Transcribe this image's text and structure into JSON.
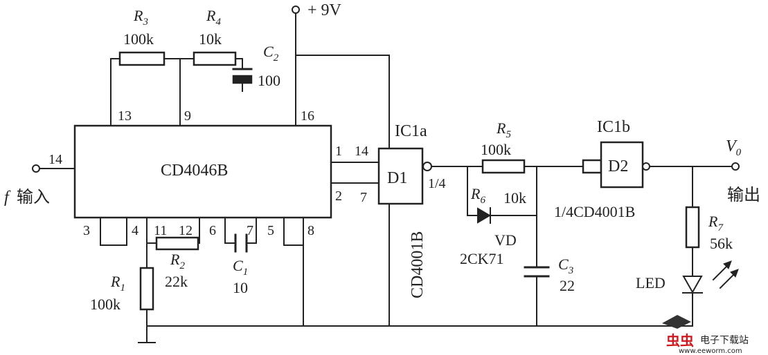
{
  "supply": {
    "label": "+ 9V"
  },
  "ic_main": {
    "label": "CD4046B",
    "pins": {
      "p14": "14",
      "p13": "13",
      "p9": "9",
      "p16": "16",
      "p1": "1",
      "p2": "2",
      "p3": "3",
      "p4": "4",
      "p11": "11",
      "p12": "12",
      "p6": "6",
      "p7": "7",
      "p5": "5",
      "p8": "8"
    }
  },
  "input": {
    "symbol": "f",
    "label": "输入"
  },
  "components": {
    "R1": {
      "name": "R",
      "sub": "1",
      "value": "100k"
    },
    "R2": {
      "name": "R",
      "sub": "2",
      "value": "22k"
    },
    "R3": {
      "name": "R",
      "sub": "3",
      "value": "100k"
    },
    "R4": {
      "name": "R",
      "sub": "4",
      "value": "10k"
    },
    "R5": {
      "name": "R",
      "sub": "5",
      "value": "100k"
    },
    "R6": {
      "name": "R",
      "sub": "6",
      "value": "10k"
    },
    "R7": {
      "name": "R",
      "sub": "7",
      "value": "56k"
    },
    "C1": {
      "name": "C",
      "sub": "1",
      "value": "10"
    },
    "C2": {
      "name": "C",
      "sub": "2",
      "value": "100"
    },
    "C3": {
      "name": "C",
      "sub": "3",
      "value": "22"
    },
    "VD": {
      "name": "VD",
      "part": "2CK71"
    },
    "LED": {
      "name": "LED"
    }
  },
  "gate_a": {
    "title": "IC1a",
    "label": "D1",
    "pin_in": "14",
    "pin_in2": "7",
    "fraction": "1/4",
    "part": "CD4001B"
  },
  "gate_b": {
    "title": "IC1b",
    "label": "D2",
    "part": "1/4CD4001B"
  },
  "output": {
    "symbol": "V",
    "sub": "0",
    "label": "输出"
  },
  "watermark": {
    "brand": "电子下载站",
    "url": "www.eeworm.com"
  }
}
